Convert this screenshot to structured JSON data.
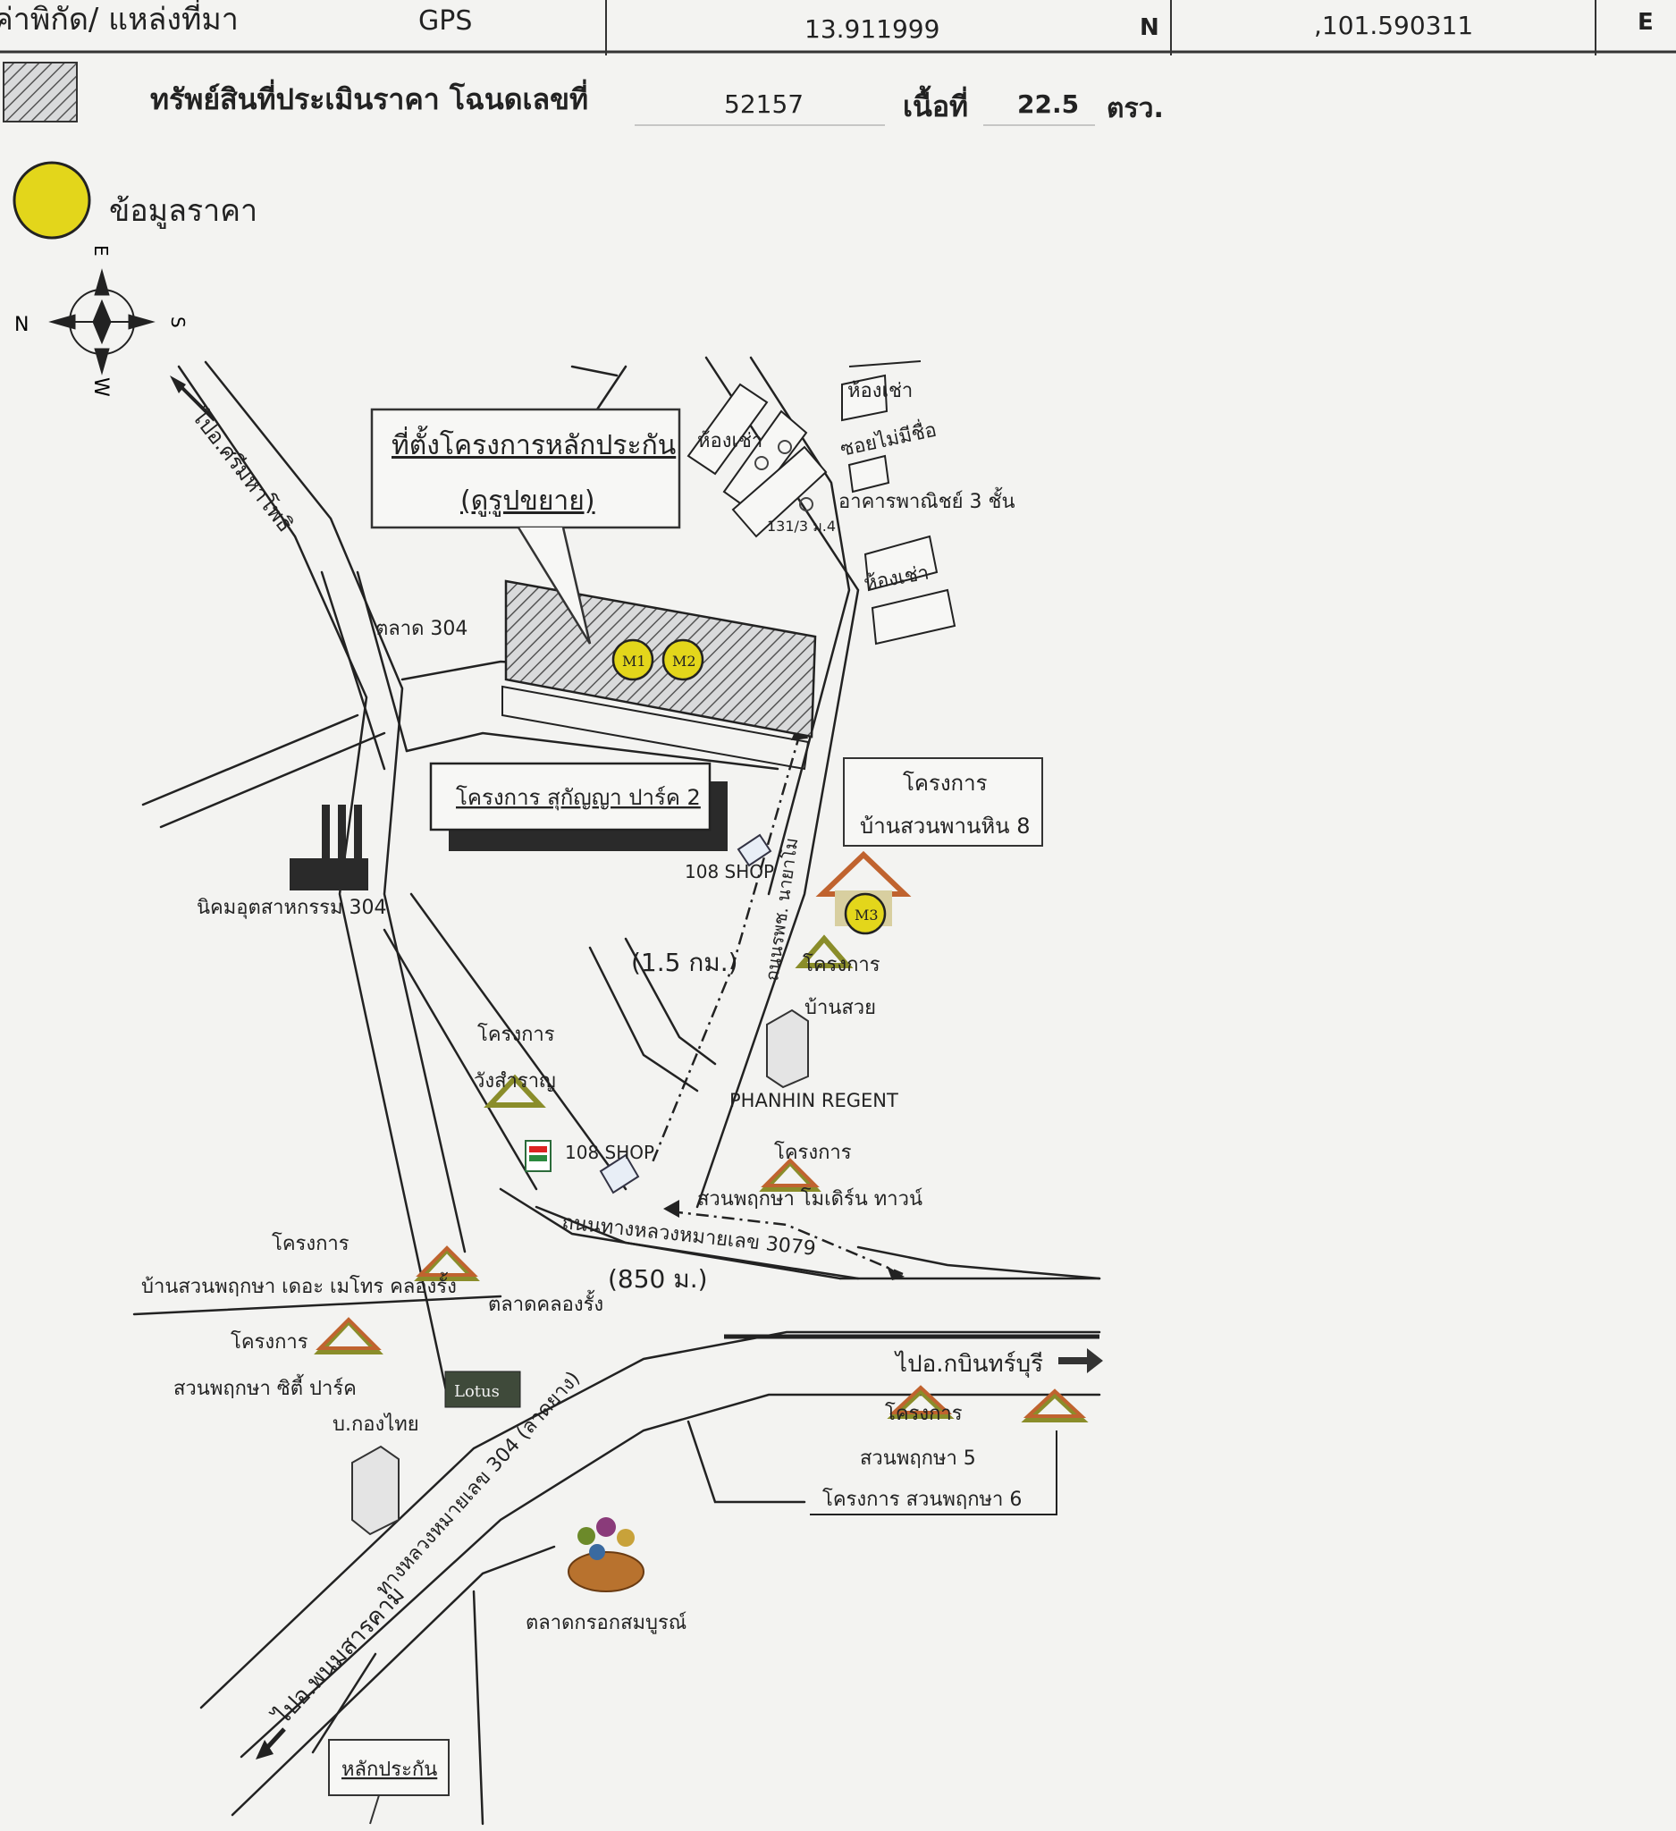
{
  "header": {
    "coord_source_label": "ค่าพิกัด/ แหล่งที่มา",
    "coord_source": "GPS",
    "latitude": "13.911999",
    "lat_unit": "N",
    "longitude": ",101.590311",
    "lon_unit": "E",
    "appraised_label": "ทรัพย์สินที่ประเมินราคา โฉนดเลขที่",
    "deed_no": "52157",
    "area_label": "เนื้อที่",
    "area_value": "22.5",
    "area_unit": "ตรว.",
    "price_info_label": "ข้อมูลราคา"
  },
  "compass": {
    "top": "E",
    "left": "N",
    "right": "S",
    "bottom": "W"
  },
  "callout": {
    "line1": "ที่ตั้งโครงการหลักประกัน",
    "line2": "(ดูรูปขยาย)"
  },
  "markers": [
    "M1",
    "M2",
    "M3"
  ],
  "labels": {
    "to_sri_maha_phot": "ไปอ.ศรีมหาโพธิ",
    "market_304": "ตลาด 304",
    "room_rent_1": "ห้องเช่า",
    "room_rent_2": "ห้องเช่า",
    "room_rent_3": "ห้องเช่า",
    "unnamed_soi": "ซอยไม่มีชื่อ",
    "commercial_bldg": "อาคารพาณิชย์ 3 ชั้น",
    "house_no": "131/3 ม.4",
    "suganya_park": "โครงการ สุกัญญา ปาร์ค 2",
    "industrial_estate": "นิคมอุตสาหกรรม 304",
    "shop_108_a": "108 SHOP",
    "shop_108_b": "108 SHOP",
    "road_side": "ถนนรพช. นายาโม",
    "dist_1_5km": "(1.5 กม.)",
    "suanphanhin_project_1": "โครงการ",
    "suanphanhin_project_2": "บ้านสวนพานหิน 8",
    "baansuay_1": "โครงการ",
    "baansuay_2": "บ้านสวย",
    "phanhin_regent": "PHANHIN REGENT",
    "wansamran_1": "โครงการ",
    "wansamran_2": "วังสำราญ",
    "modern_town_1": "โครงการ",
    "modern_town_2": "สวนพฤกษา โมเดิร์น ทาวน์",
    "highway_3079": "ถนนทางหลวงหมายเลข 3079",
    "dist_850m": "(850 ม.)",
    "metro_1": "โครงการ",
    "metro_2": "บ้านสวนพฤกษา เดอะ เมโทร คลองรั้ง",
    "klongrang_market": "ตลาดคลองรั้ง",
    "city_park_1": "โครงการ",
    "city_park_2": "สวนพฤกษา ซิตี้ ปาร์ค",
    "krungthai": "บ.กองไทย",
    "lotus": "Lotus",
    "highway_304": "ทางหลวงหมายเลข 304 (ลาดยาง)",
    "to_kabinburi": "ไปอ.กบินทร์บุรี",
    "suan5_1": "โครงการ",
    "suan5_2": "สวนพฤกษา 5",
    "suan6": "โครงการ สวนพฤกษา 6",
    "fresh_market": "ตลาดกรอกสมบูรณ์",
    "to_phanom_sarakham": "ไปอ.พนมสารคาม",
    "collateral": "หลักประกัน"
  },
  "colors": {
    "paper": "#f3f3f1",
    "ink": "#222222",
    "marker_fill": "#e3d61b",
    "roof": "#c0632f",
    "roof_green": "#8a8d2a"
  },
  "icons": [
    "compass-icon",
    "factory-icon",
    "house-icon",
    "building-icon",
    "shop-icon",
    "seven-eleven-icon",
    "lotus-icon",
    "fruit-basket-icon",
    "arrow-icon"
  ]
}
